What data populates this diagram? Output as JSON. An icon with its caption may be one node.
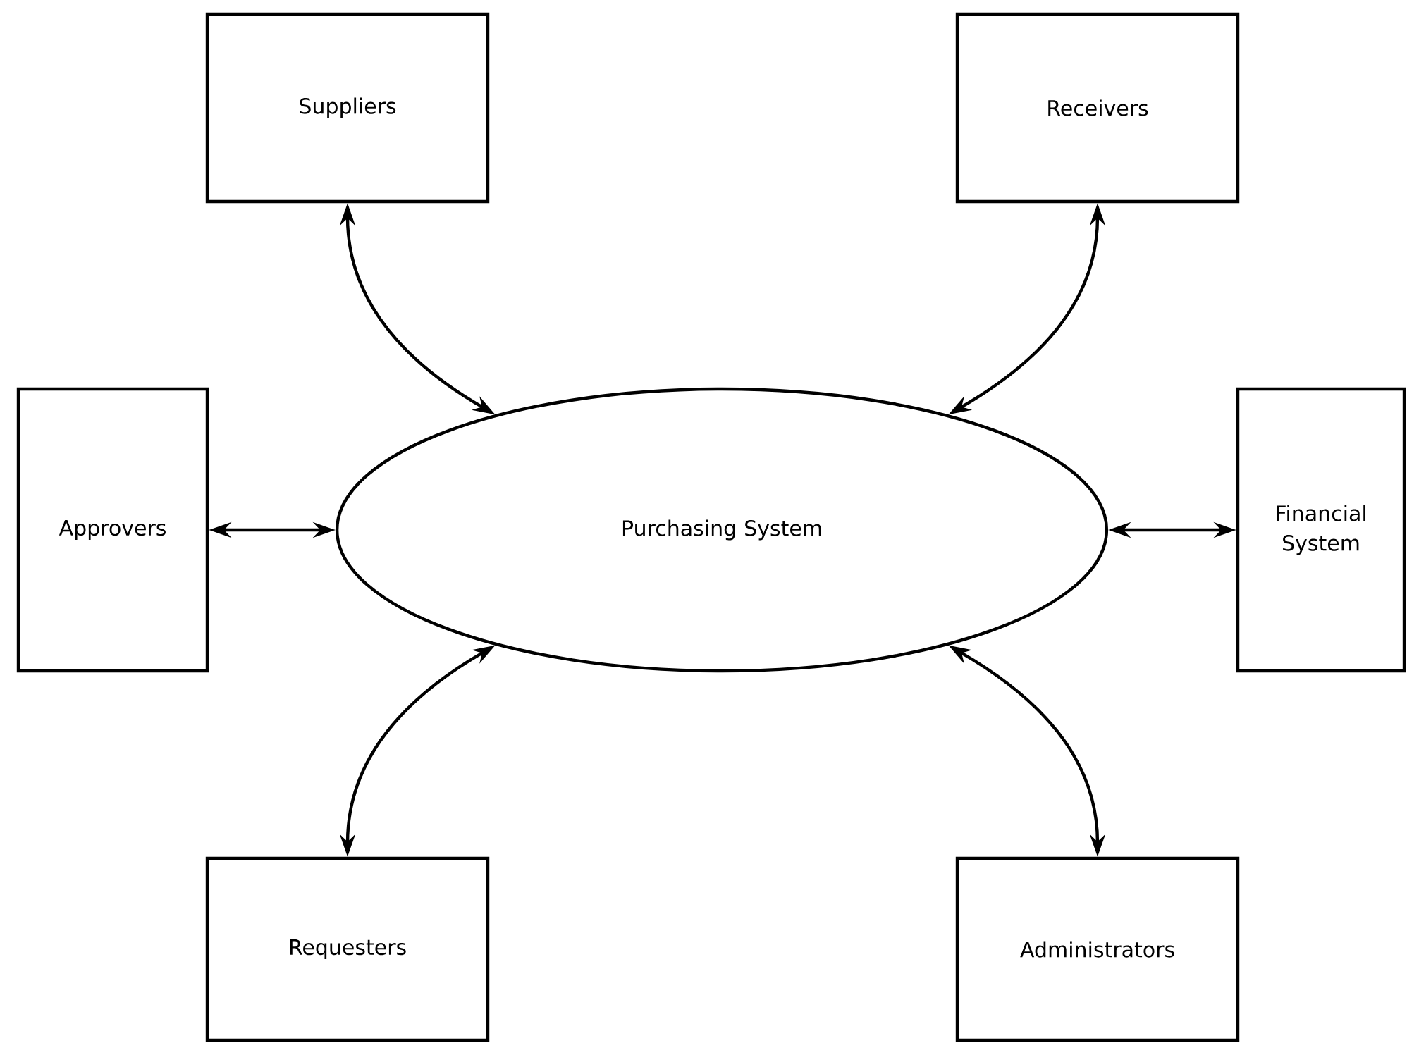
{
  "diagram": {
    "nodes": [
      {
        "text": [
          "Purchasing System"
        ]
      },
      {
        "text": [
          "Suppliers"
        ]
      },
      {
        "text": [
          "Receivers"
        ]
      },
      {
        "text": [
          "Approvers"
        ]
      },
      {
        "text": [
          "Financial System"
        ]
      },
      {
        "text": [
          "Requesters"
        ]
      },
      {
        "text": [
          "Administrators"
        ]
      }
    ],
    "edges": [
      {
        "from": 0,
        "to": 1,
        "arrow": "both"
      },
      {
        "from": 0,
        "to": 2,
        "arrow": "both"
      },
      {
        "from": 0,
        "to": 3,
        "arrow": "both"
      },
      {
        "from": 0,
        "to": 4,
        "arrow": "both"
      },
      {
        "from": 0,
        "to": 5,
        "arrow": "both"
      },
      {
        "from": 0,
        "to": 6,
        "arrow": "both"
      }
    ]
  }
}
